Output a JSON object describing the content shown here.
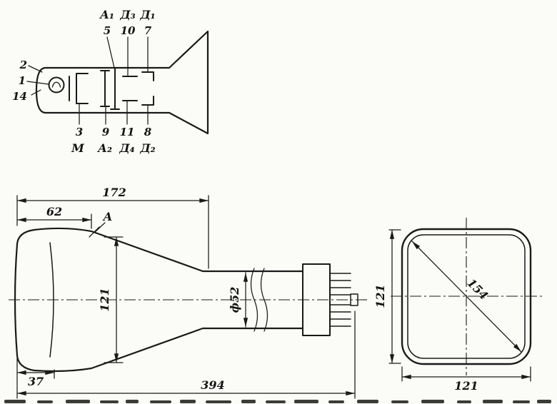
{
  "schematic": {
    "left_pin_numbers": [
      "2",
      "1",
      "14"
    ],
    "top_electrode_labels": [
      "А₁",
      "Д₃",
      "Д₁"
    ],
    "top_pin_numbers": [
      "5",
      "10",
      "7"
    ],
    "bottom_pin_numbers": [
      "3",
      "9",
      "11",
      "8"
    ],
    "bottom_electrode_labels": [
      "М",
      "А₂",
      "Д₄",
      "Д₂"
    ]
  },
  "side_view": {
    "dim_bulb_length": "172",
    "dim_face_section": "62",
    "corner_label": "A",
    "dim_screen_height": "121",
    "dim_neck_diameter": "ф52",
    "dim_face_offset": "37",
    "dim_overall_length": "394"
  },
  "front_view": {
    "dim_height": "121",
    "dim_diagonal": "154",
    "dim_width": "121"
  },
  "colors": {
    "ink": "#1a1a1a",
    "paper": "#fbfbf7"
  }
}
